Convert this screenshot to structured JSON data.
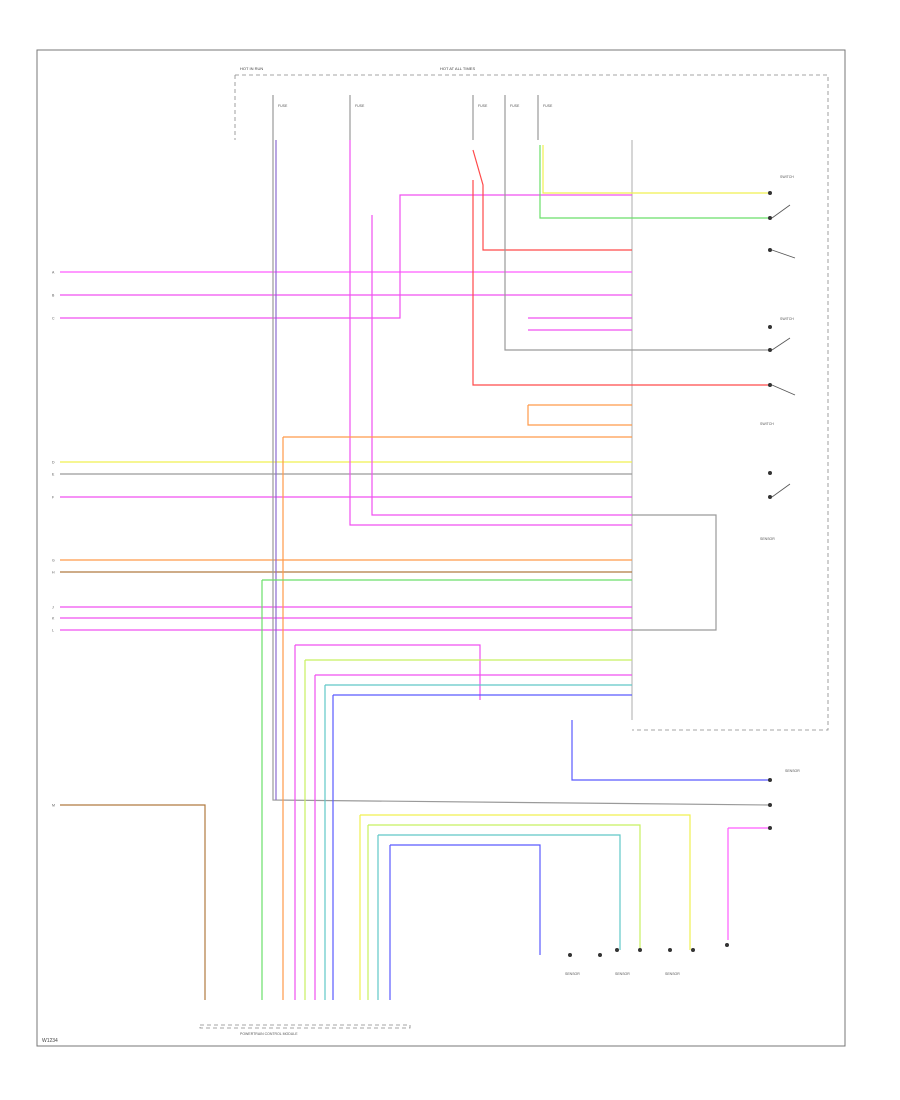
{
  "diagram": {
    "footer_tag": "W1234",
    "top_labels": {
      "hot_powertrain": "HOT IN RUN",
      "hot_at_all_times": "HOT AT ALL TIMES",
      "fuse_a": "FUSE",
      "fuse_b": "FUSE",
      "fuse_c": "FUSE",
      "fuse_d": "FUSE",
      "fuse_e": "FUSE"
    },
    "left_connectors": [
      "A",
      "B",
      "C",
      "D",
      "E",
      "F",
      "G",
      "H",
      "J",
      "K",
      "L",
      "M"
    ],
    "right_components": {
      "switch_1": "SWITCH",
      "switch_2": "SWITCH",
      "switch_3": "SWITCH",
      "sensor_1": "SENSOR",
      "sensor_2": "SENSOR"
    },
    "bottom_components": {
      "pcm": "POWERTRAIN CONTROL MODULE",
      "sensor_a": "SENSOR",
      "sensor_b": "SENSOR",
      "sensor_c": "SENSOR"
    },
    "wire_colors": {
      "red": "#ff4a4a",
      "pink": "#ff5cff",
      "magenta": "#f050f0",
      "orange": "#ff9a4a",
      "yellow": "#f0f050",
      "green": "#6adf6a",
      "blue": "#5a5aff",
      "gray": "#9a9a9a",
      "purple": "#8a6ad0",
      "light_green": "#c8f060",
      "teal": "#60c8c8",
      "brown": "#b07a40",
      "black": "#444444"
    }
  }
}
